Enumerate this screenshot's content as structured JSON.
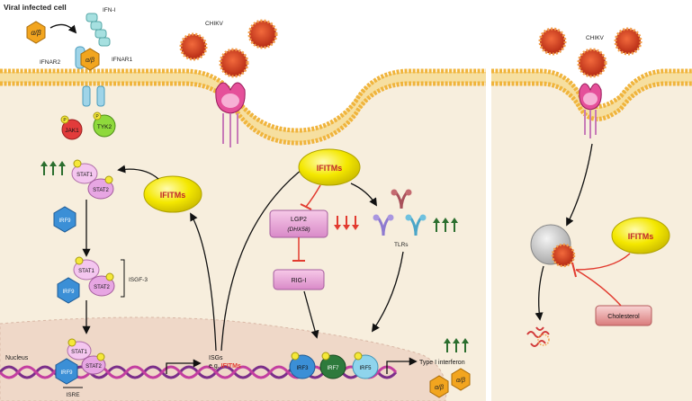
{
  "left_panel": {
    "title": "Viral infected cell",
    "ifn_label": "IFN-I",
    "ifnar2": "IFNAR2",
    "ifnar1": "IFNAR1",
    "alpha_beta": "α/β",
    "chikv": "CHIKV",
    "jak1": "JAK1",
    "tyk2": "TYK2",
    "phospho": "P",
    "stat1": "STAT1",
    "stat2": "STAT2",
    "irf9": "IRF9",
    "isgf3": "ISGF-3",
    "ifitms": "IFITMs",
    "lgp2": "LGP2",
    "dhx58": "(DHX58)",
    "rig_i": "RIG-I",
    "tlrs": "TLRs",
    "nucleus": "Nucleus",
    "isre": "ISRE",
    "isgs_line1": "ISGs",
    "isgs_prefix": "e.g. ",
    "isgs_highlight": "IFITMs",
    "irf3": "IRF3",
    "irf7": "IRF7",
    "irf5": "IRF5",
    "type1_ifn": "Type I interferon"
  },
  "right_panel": {
    "chikv": "CHIKV",
    "ifitms": "IFITMs",
    "cholesterol": "Cholesterol"
  },
  "colors": {
    "membrane_head": "#f0b43c",
    "membrane_tail": "#f6dfa0",
    "cytoplasm": "#f7eedd",
    "nucleus": "#efd8c8",
    "ifitm": "#f4e800",
    "stat": "#e7a6e3",
    "irf9": "#3b8fd6",
    "inhibit": "#e23b2f",
    "up_arrow": "#2b6e2e",
    "virus": "#d8422a"
  }
}
